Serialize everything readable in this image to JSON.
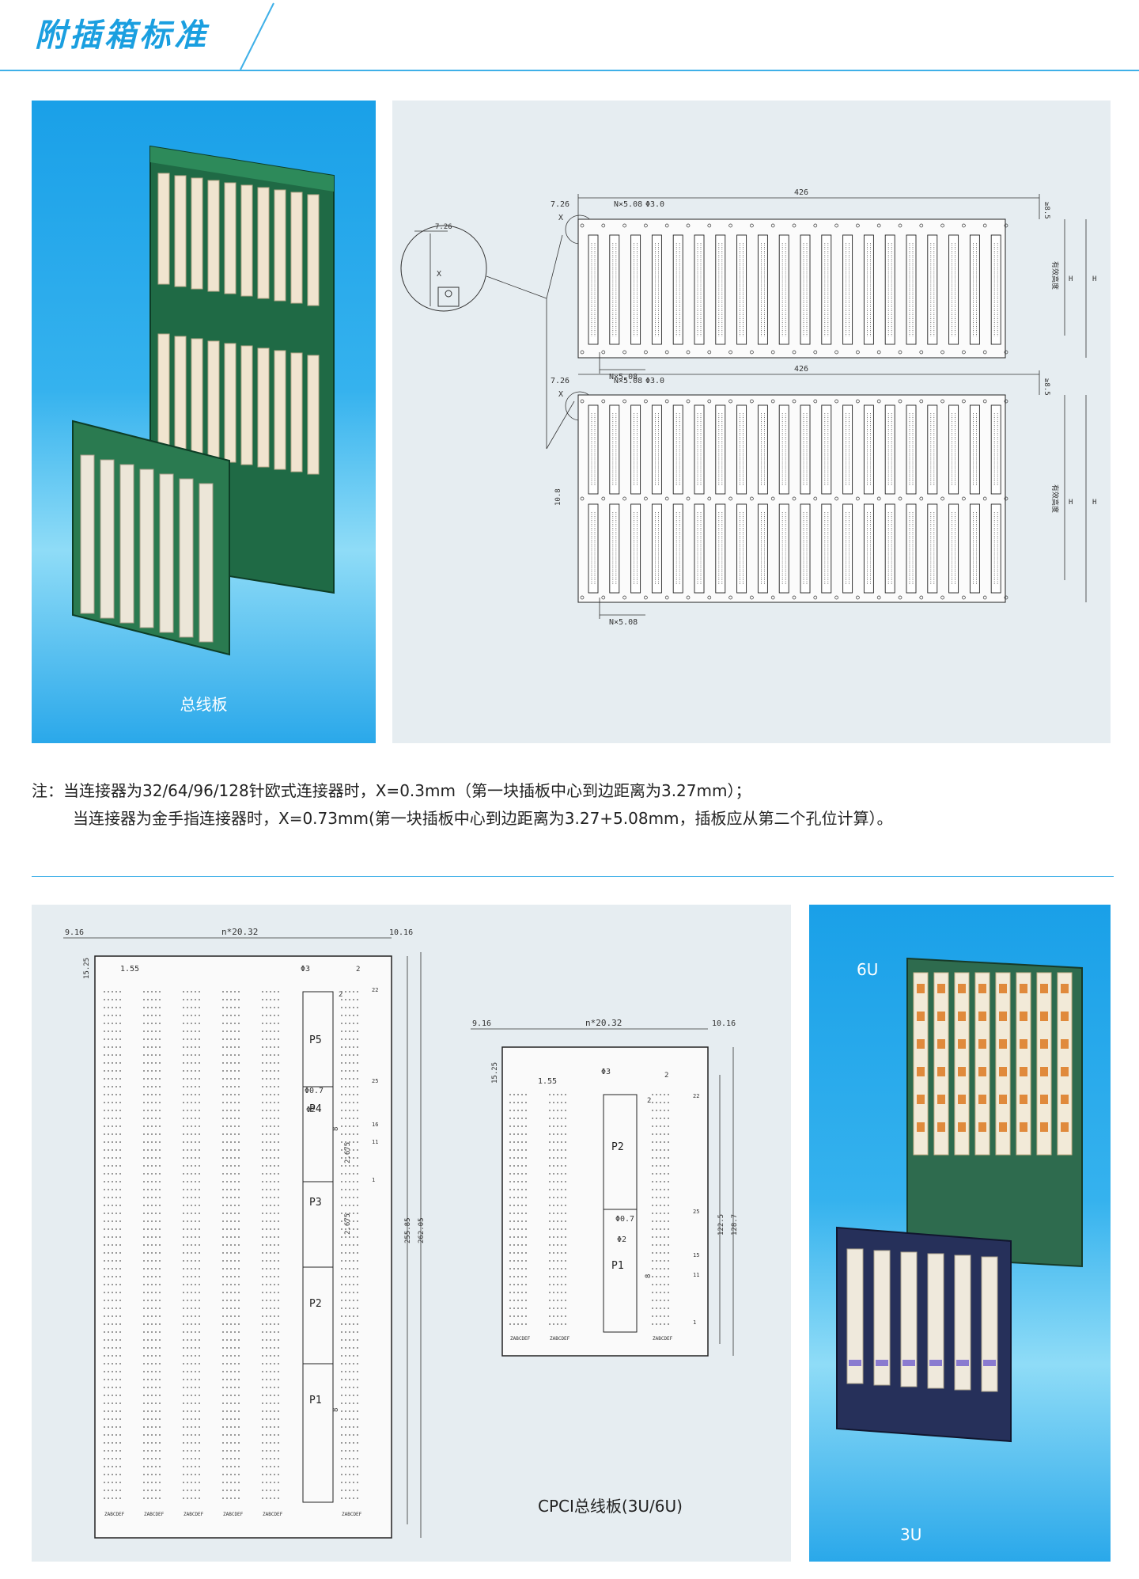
{
  "header": {
    "title": "附插箱标准"
  },
  "top_left_panel": {
    "caption": "总线板"
  },
  "top_right_drawing": {
    "dim_total": "426",
    "dim_pitch": "N×5.08",
    "dim_offset": "7.26",
    "dim_hole": "Φ3.0",
    "dim_x": "X",
    "dim_margin": "≥8.5",
    "label_effective_height": "有效高度",
    "label_h": "H",
    "dim_gap": "10.8",
    "detail_offset": "7.26",
    "detail_x": "X"
  },
  "notes": {
    "line1": "注：当连接器为32/64/96/128针欧式连接器时，X=0.3mm（第一块插板中心到边距离为3.27mm）；",
    "line2": "当连接器为金手指连接器时，X=0.73mm(第一块插板中心到边距离为3.27+5.08mm，插板应从第二个孔位计算）。"
  },
  "bottom_left_drawing": {
    "big": {
      "dim_left": "9.16",
      "dim_pitch": "n*20.32",
      "dim_right": "10.16",
      "dim_top": "15.25",
      "dim_hole_offset": "1.55",
      "dim_hole": "Φ3",
      "dim_two_a": "2",
      "dim_two_b": "2",
      "dim_22": "22",
      "dim_25": "25",
      "dim_16": "16",
      "dim_11": "11",
      "dim_1": "1",
      "dim_phi07": "Φ0.7",
      "dim_phi2": "Φ2",
      "dim_2675a": "2.675",
      "dim_2675b": "2.675",
      "dim_8a": "8",
      "dim_8b": "8",
      "dim_h1": "255.85",
      "dim_h2": "262.05",
      "connectors": [
        "P5",
        "P4",
        "P3",
        "P2",
        "P1"
      ],
      "row_letters": "ZABCDEF"
    },
    "small": {
      "dim_left": "9.16",
      "dim_pitch": "n*20.32",
      "dim_right": "10.16",
      "dim_top": "15.25",
      "dim_hole_offset": "1.55",
      "dim_hole": "Φ3",
      "dim_two_a": "2",
      "dim_two_b": "2",
      "dim_22": "22",
      "dim_25": "25",
      "dim_15": "15",
      "dim_11": "11",
      "dim_1": "1",
      "dim_phi07": "Φ0.7",
      "dim_phi2": "Φ2",
      "dim_8": "8",
      "dim_h1": "122.5",
      "dim_h2": "128.7",
      "connectors": [
        "P2",
        "P1"
      ],
      "row_letters": "ZABCDEF"
    },
    "caption": "CPCI总线板(3U/6U)"
  },
  "bottom_right_panel": {
    "label_6u": "6U",
    "label_3u": "3U"
  },
  "colors": {
    "accent": "#1a9fe0",
    "panel_gray": "#e6edf1",
    "panel_blue": "#1aa0e8"
  }
}
